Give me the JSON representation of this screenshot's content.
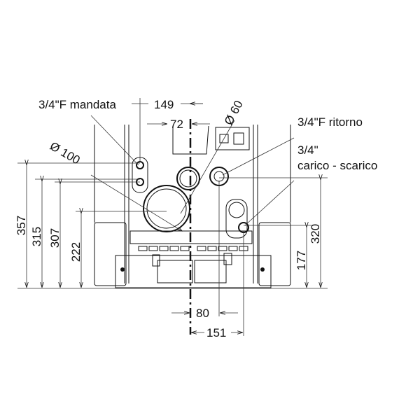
{
  "labels": {
    "mandata": "3/4\"F mandata",
    "ritorno": "3/4\"F ritorno",
    "carico_size": "3/4\"",
    "carico": "carico - scarico",
    "dia_100": "Ø 100",
    "dia_60": "Ø 60"
  },
  "dimensions": {
    "d357": "357",
    "d315": "315",
    "d307": "307",
    "d222": "222",
    "d320": "320",
    "d177": "177",
    "d149": "149",
    "d72": "72",
    "d80": "80",
    "d151": "151"
  }
}
